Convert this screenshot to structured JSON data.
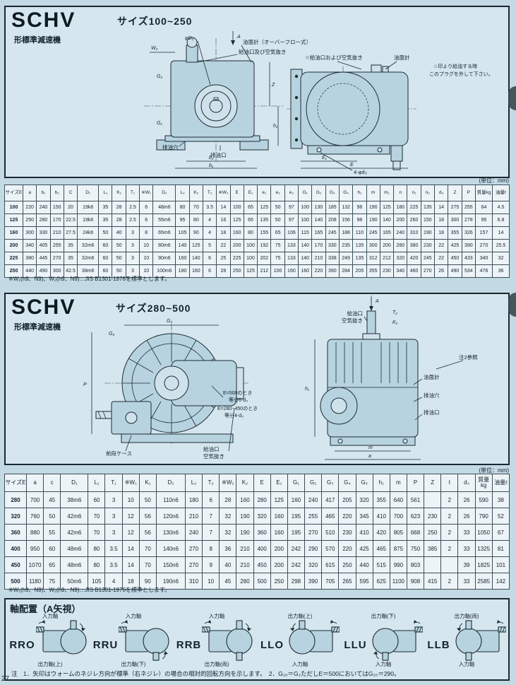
{
  "page": {
    "number": "27"
  },
  "sec1": {
    "brand": "SCHV",
    "series": "形標準減速機",
    "size_range": "サイズ100~250",
    "unit": "(単位：mm)",
    "labels": {
      "oil_gauge_of": "油面計（オーバーフロー式）",
      "oil_fill_air": "給油口及び空気抜き",
      "star_fill_air": "☆給油口および空気抜き",
      "oil_gauge": "油面計",
      "star_note1": "☆印より給油する時",
      "star_note2": "このプラグを外して下さい。",
      "drain_hole": "排油穴",
      "drain_port": "排油口",
      "foot_holes": "4-φd₃",
      "view_a": "A"
    },
    "dims": {
      "w2": "W₂",
      "d2": "φD₂",
      "g2": "G₂",
      "g1": "G₁",
      "z": "Z",
      "h1": "h₁",
      "b2": "b₂",
      "b1": "b₁",
      "e": "E",
      "e1": "E₁"
    },
    "table": {
      "headers": [
        "サイズE",
        "a",
        "b₁",
        "b₂",
        "C",
        "D₁",
        "L₁",
        "K₁",
        "T₁",
        "※W₁",
        "D₂",
        "L₂",
        "K₂",
        "T₂",
        "※W₂",
        "E",
        "E₁",
        "e₁",
        "e₂",
        "e₃",
        "G₁",
        "G₂",
        "G₃",
        "G₄",
        "h₁",
        "m",
        "m₁",
        "n",
        "n₁",
        "n₂",
        "d₃",
        "Z",
        "P",
        "質量kg",
        "油量ℓ"
      ],
      "rows": [
        [
          "100",
          "220",
          "240",
          "150",
          "20",
          "19k6",
          "35",
          "28",
          "2.5",
          "6",
          "48m6",
          "80",
          "70",
          "3.5",
          "14",
          "100",
          "65",
          "125",
          "50",
          "97",
          "100",
          "130",
          "185",
          "132",
          "98",
          "190",
          "125",
          "180",
          "225",
          "135",
          "14",
          "275",
          "255",
          "64",
          "4.5"
        ],
        [
          "125",
          "250",
          "280",
          "170",
          "22.5",
          "19k6",
          "35",
          "28",
          "2.5",
          "6",
          "55m6",
          "95",
          "80",
          "4",
          "16",
          "125",
          "65",
          "135",
          "50",
          "97",
          "100",
          "140",
          "208",
          "156",
          "98",
          "190",
          "140",
          "200",
          "260",
          "150",
          "18",
          "300",
          "278",
          "95",
          "6.8"
        ],
        [
          "160",
          "300",
          "330",
          "210",
          "27.5",
          "24k6",
          "50",
          "40",
          "3",
          "8",
          "65m6",
          "105",
          "90",
          "4",
          "18",
          "160",
          "80",
          "155",
          "65",
          "106",
          "115",
          "165",
          "245",
          "188",
          "110",
          "245",
          "165",
          "240",
          "310",
          "190",
          "18",
          "355",
          "326",
          "157",
          "14"
        ],
        [
          "200",
          "340",
          "405",
          "255",
          "35",
          "32m6",
          "60",
          "50",
          "3",
          "10",
          "80m6",
          "140",
          "125",
          "5",
          "22",
          "200",
          "100",
          "192",
          "75",
          "133",
          "140",
          "170",
          "330",
          "235",
          "135",
          "300",
          "200",
          "280",
          "380",
          "230",
          "22",
          "425",
          "390",
          "270",
          "25.5"
        ],
        [
          "225",
          "380",
          "445",
          "270",
          "35",
          "32m6",
          "60",
          "50",
          "3",
          "10",
          "90m6",
          "160",
          "140",
          "6",
          "25",
          "225",
          "100",
          "202",
          "75",
          "133",
          "140",
          "210",
          "338",
          "249",
          "135",
          "312",
          "212",
          "320",
          "420",
          "245",
          "22",
          "450",
          "433",
          "340",
          "32"
        ],
        [
          "250",
          "440",
          "490",
          "300",
          "42.5",
          "38m6",
          "60",
          "50",
          "3",
          "10",
          "100m6",
          "180",
          "160",
          "6",
          "28",
          "250",
          "125",
          "212",
          "100",
          "160",
          "160",
          "220",
          "390",
          "284",
          "205",
          "355",
          "230",
          "340",
          "460",
          "270",
          "26",
          "490",
          "534",
          "476",
          "36"
        ]
      ]
    },
    "footnote": "※W₁(h9、N9)、W₂(h9、N9)…JIS B1301-1976を標準とします。"
  },
  "sec2": {
    "brand": "SCHV",
    "series": "形標準減速機",
    "size_range": "サイズ280~500",
    "unit": "(単位：mm)",
    "labels": {
      "front_case": "前段ケース",
      "fill": "給油口",
      "air": "空気抜き",
      "gauge": "油面計",
      "drain_hole": "排油穴",
      "drain_port": "排油口",
      "note2": "注2参照",
      "e500": "E=500のとき",
      "e500b": "等分6-d₃",
      "e280": "E=280~450のとき",
      "e280b": "等分4-d₃",
      "view_a": "A"
    },
    "dims": {
      "g2": "G₂",
      "g5": "G₅",
      "p": "P",
      "m": "m",
      "a": "a",
      "h1": "h₁",
      "t2": "T₂",
      "k2": "K₂"
    },
    "table": {
      "headers": [
        "サイズE",
        "a",
        "c",
        "D₁",
        "L₁",
        "T₁",
        "※W₁",
        "K₁",
        "D₂",
        "L₂",
        "T₂",
        "※W₂",
        "K₂",
        "E",
        "E₁",
        "G₁",
        "G₂",
        "G₃",
        "G₄",
        "G₅",
        "h₁",
        "m",
        "P",
        "Z",
        "t",
        "d₃",
        "質量kg",
        "油量ℓ"
      ],
      "rows": [
        [
          "280",
          "700",
          "45",
          "38m6",
          "60",
          "3",
          "10",
          "50",
          "110n6",
          "180",
          "6",
          "28",
          "160",
          "280",
          "125",
          "160",
          "240",
          "417",
          "205",
          "320",
          "355",
          "640",
          "561",
          "",
          "2",
          "26",
          "590",
          "38"
        ],
        [
          "320",
          "760",
          "50",
          "42m6",
          "70",
          "3",
          "12",
          "56",
          "120n6",
          "210",
          "7",
          "32",
          "190",
          "320",
          "160",
          "195",
          "255",
          "465",
          "220",
          "345",
          "410",
          "700",
          "623",
          "230",
          "2",
          "26",
          "790",
          "52"
        ],
        [
          "360",
          "880",
          "55",
          "42m6",
          "70",
          "3",
          "12",
          "56",
          "130n6",
          "240",
          "7",
          "32",
          "190",
          "360",
          "160",
          "195",
          "270",
          "510",
          "230",
          "410",
          "420",
          "805",
          "668",
          "250",
          "2",
          "33",
          "1050",
          "67"
        ],
        [
          "400",
          "950",
          "60",
          "48m6",
          "80",
          "3.5",
          "14",
          "70",
          "140n6",
          "270",
          "8",
          "36",
          "210",
          "400",
          "200",
          "242",
          "290",
          "570",
          "220",
          "425",
          "465",
          "875",
          "750",
          "385",
          "2",
          "33",
          "1325",
          "81"
        ],
        [
          "450",
          "1070",
          "65",
          "48m6",
          "80",
          "3.5",
          "14",
          "70",
          "150n6",
          "270",
          "9",
          "40",
          "210",
          "450",
          "200",
          "242",
          "320",
          "615",
          "250",
          "440",
          "515",
          "990",
          "803",
          "",
          "",
          "39",
          "1825",
          "101"
        ],
        [
          "500",
          "1180",
          "75",
          "50m6",
          "105",
          "4",
          "18",
          "90",
          "190n6",
          "310",
          "10",
          "45",
          "280",
          "500",
          "250",
          "298",
          "390",
          "705",
          "265",
          "595",
          "625",
          "1100",
          "908",
          "415",
          "2",
          "33",
          "2585",
          "142"
        ]
      ]
    },
    "footnote": "※W₁(h9、N9)、W₂(h9、N9)…JIS B1301-1976を標準とします。"
  },
  "sec3": {
    "title": "軸配置（A矢視）",
    "items": [
      {
        "code": "RRO",
        "top": "入力軸",
        "bottom": "出力軸(上)"
      },
      {
        "code": "RRU",
        "top": "入力軸",
        "bottom": "出力軸(下)"
      },
      {
        "code": "RRB",
        "top": "入力軸",
        "bottom": "出力軸(両)"
      },
      {
        "code": "LLO",
        "top": "出力軸(上)",
        "bottom": "入力軸"
      },
      {
        "code": "LLU",
        "top": "出力軸(下)",
        "bottom": "入力軸"
      },
      {
        "code": "LLB",
        "top": "出力軸(両)",
        "bottom": "入力軸"
      }
    ],
    "note": "注　1．矢印はウォームのネジレ方向が標準（右ネジレ）の場合の相対的回転方向を示します。　2．G₂₀＝G₂ただしE＝500においてはG₂₀＝290。"
  }
}
